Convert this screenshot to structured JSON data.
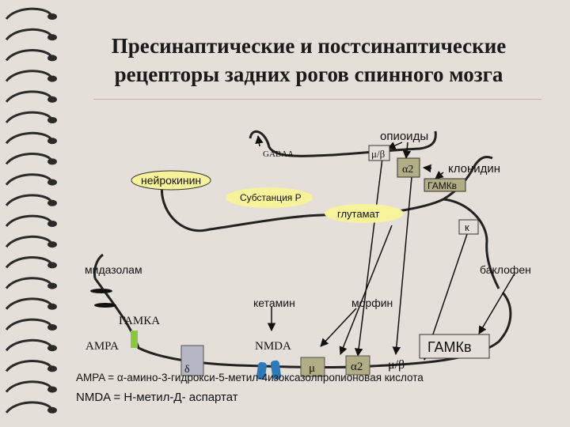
{
  "slide": {
    "title_line1": "Пресинаптические и постсинаптические",
    "title_line2": "рецепторы задних рогов спинного мозга"
  },
  "labels": {
    "opioids": "опиоиды",
    "gaba_a_top": "GABAA",
    "mu_beta_top": "μ/β",
    "alpha2_top": "α2",
    "clonidine": "клонидин",
    "neurokinin": "нейрокинин",
    "gaba_b_small": "ГАМКв",
    "substance_p": "Субстанция Р",
    "glutamate": "глутамат",
    "kappa": "к",
    "midazolam": "мидазолам",
    "baclofen": "баклофен",
    "ketamine": "кетамин",
    "morphine": "морфин",
    "gaba_a": "ГАМКА",
    "ampa": "AMPA",
    "nmda": "NMDA",
    "gaba_b_big": "ГАМКв",
    "delta": "δ",
    "mu": "μ",
    "alpha2_bottom": "α2",
    "mu_beta_bottom": "μ/β"
  },
  "legend": {
    "ampa_def": "AMPA = α-амино-3-гидрокси-5-метил-4изоксазолпропионовая кислота",
    "nmda_def": "NMDA = Н-метил-Д- аспартат"
  },
  "colors": {
    "background": "#e4dfd8",
    "yellow_label": "#f7f39a",
    "olive_receptor": "#b1ad85",
    "green_ampa": "#8cc63f",
    "blue_nmda": "#2e7ab8",
    "grey_delta": "#b5b8c4"
  }
}
